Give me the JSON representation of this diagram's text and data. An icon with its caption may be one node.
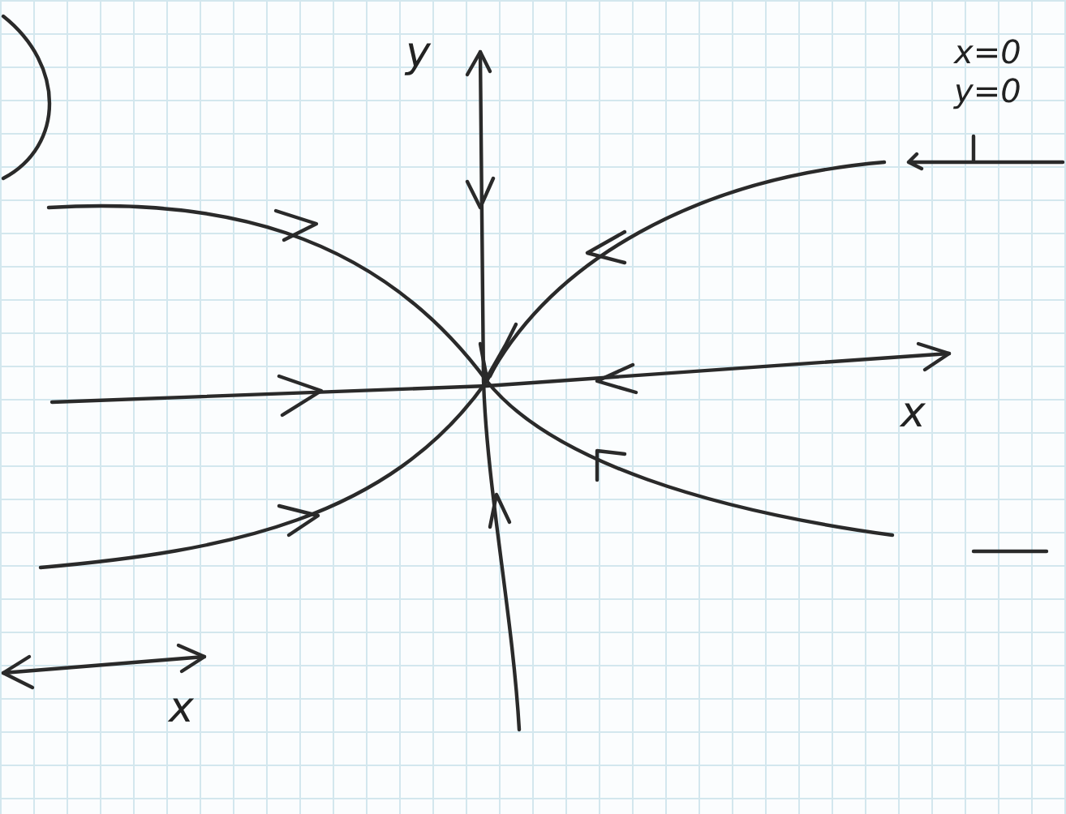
{
  "diagram": {
    "labels": [
      "y",
      "x",
      "x=0",
      "y=0",
      "x"
    ]
  }
}
